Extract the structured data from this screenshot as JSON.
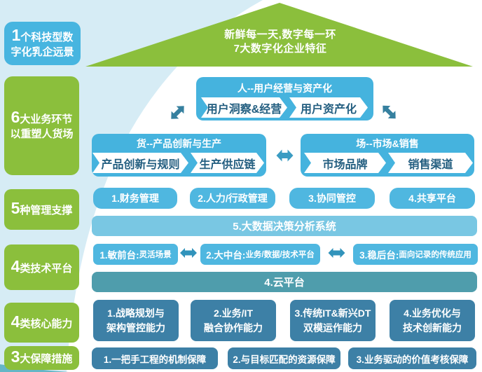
{
  "roof": {
    "line1": "新鲜每一天,数字每一环",
    "line2": "7大数字化企业特征"
  },
  "sidebar": [
    {
      "num": "1",
      "lines": [
        "个科技型数",
        "字化乳企远景"
      ]
    },
    {
      "num": "6",
      "lines": [
        "大业务环节",
        "以重塑人货场"
      ]
    },
    {
      "num": "5",
      "lines": [
        "种管理支撑"
      ]
    },
    {
      "num": "4",
      "lines": [
        "类技术平台"
      ]
    },
    {
      "num": "4",
      "lines": [
        "类核心能力"
      ]
    },
    {
      "num": "3",
      "lines": [
        "大保障措施"
      ]
    }
  ],
  "business": {
    "ren": {
      "header": "人--用户经营与资产化",
      "steps": [
        "用户洞察&经营",
        "用户资产化"
      ]
    },
    "huo": {
      "header": "货--产品创新与生产",
      "steps": [
        "产品创新与规则",
        "生产供应链"
      ]
    },
    "chang": {
      "header": "场--市场&销售",
      "steps": [
        "市场品牌",
        "销售渠道"
      ]
    }
  },
  "management": {
    "pills": [
      "1.财务管理",
      "2.人力/行政管理",
      "3.协同管控",
      "4.共享平台"
    ],
    "bar": "5.大数据决策分析系统"
  },
  "tech": {
    "boxes": [
      {
        "main": "1.敏前台:",
        "sub": "灵活场景"
      },
      {
        "main": "2.大中台:",
        "sub": "业务/数据/技术平台"
      },
      {
        "main": "3.稳后台:",
        "sub": "面向记录的传统应用"
      }
    ],
    "bar": "4.云平台"
  },
  "capabilities": [
    {
      "line1": "1.战略规划与",
      "line2": "架构管控能力"
    },
    {
      "line1": "2.业务/IT",
      "line2": "融合协作能力"
    },
    {
      "line1": "3.传统IT&新兴DT",
      "line2": "双模运作能力"
    },
    {
      "line1": "4.业务优化与",
      "line2": "技术创新能力"
    }
  ],
  "safeguards": [
    "1.一把手工程的机制保障",
    "2.与目标匹配的资源保障",
    "3.业务驱动的价值考核保障"
  ],
  "colors": {
    "background_band": "#d6ecf5",
    "roof_green": "#8bbf3c",
    "label_blue": "#47b5e0",
    "box_blue": "#45b3de",
    "bar_light_blue": "#79c7e3",
    "bar_teal": "#4f9dac",
    "steel_blue": "#3d80a6",
    "arrow_diagonal": "#36809f",
    "arrow_horizontal": "#3b9cc3"
  }
}
